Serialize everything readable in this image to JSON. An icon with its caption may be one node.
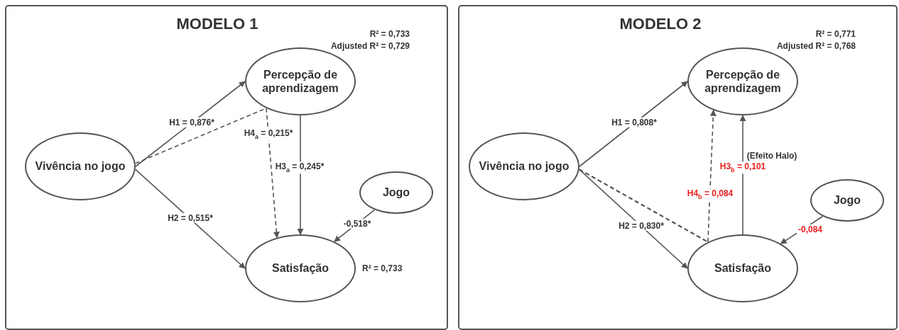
{
  "diagram": {
    "nodes": [
      {
        "text": [
          "MODELO 1"
        ]
      },
      {
        "text": [
          "Vivência no jogo"
        ],
        "in": 0
      },
      {
        "text": [
          "Percepção de aprendizagem"
        ],
        "in": 0,
        "beside": [
          "R² = 0,733",
          "Adjusted R² = 0,729"
        ]
      },
      {
        "text": [
          "Jogo"
        ],
        "in": 0
      },
      {
        "text": [
          "Satisfação"
        ],
        "in": 0,
        "beside": [
          "R² = 0,733"
        ]
      },
      {
        "text": [
          "MODELO 2"
        ]
      },
      {
        "text": [
          "Vivência no jogo"
        ],
        "in": 5
      },
      {
        "text": [
          "Percepção de aprendizagem"
        ],
        "in": 5,
        "beside": [
          "R² = 0,771",
          "Adjusted R² = 0,768"
        ]
      },
      {
        "text": [
          "Jogo"
        ],
        "in": 5
      },
      {
        "text": [
          "Satisfação"
        ],
        "in": 5
      }
    ],
    "edges": [
      {
        "from": 1,
        "to": 2,
        "arrow": "to",
        "label": "H1 = 0,876*"
      },
      {
        "from": 1,
        "to": 2,
        "arrow": "none",
        "style": "dashed"
      },
      {
        "from": 2,
        "to": 4,
        "arrow": "to",
        "style": "dashed",
        "label": "H4$_{a}$ = 0,215*"
      },
      {
        "from": 2,
        "to": 4,
        "arrow": "to",
        "label": "H3$_{a}$ = 0,245*"
      },
      {
        "from": 1,
        "to": 4,
        "arrow": "to",
        "label": "H2 = 0,515*"
      },
      {
        "from": 3,
        "to": 4,
        "arrow": "to",
        "label": "-0,518*"
      },
      {
        "from": 6,
        "to": 7,
        "arrow": "to",
        "label": "H1 = 0,808*"
      },
      {
        "from": 6,
        "to": 9,
        "arrow": "to",
        "label": "H2 = 0,830*"
      },
      {
        "from": 6,
        "to": 9,
        "arrow": "none",
        "style": "dashed"
      },
      {
        "from": 9,
        "to": 7,
        "arrow": "to",
        "style": "dashed",
        "label": "H4$_{b}$ = 0,084"
      },
      {
        "from": 9,
        "to": 7,
        "arrow": "to",
        "label": "H3$_{b}$ = 0,101"
      },
      {
        "from": 8,
        "to": 9,
        "arrow": "to",
        "label": "-0,084"
      }
    ],
    "labels": [
      "(Efeito Halo)"
    ]
  }
}
